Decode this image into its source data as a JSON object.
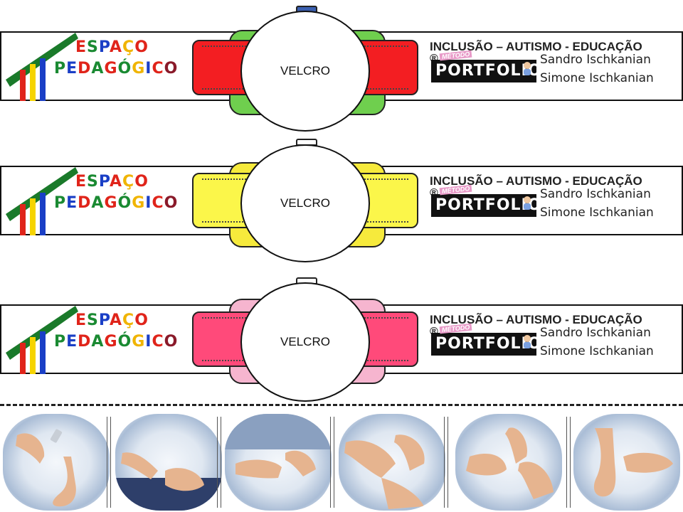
{
  "bands": [
    {
      "strap_color": "#f31e22",
      "lug_color": "#6fcf4e",
      "face_label": "VELCRO"
    },
    {
      "strap_color": "#fbf64a",
      "lug_color": "#f6ea3c",
      "face_label": "VELCRO"
    },
    {
      "strap_color": "#ff4a7a",
      "lug_color": "#f6b5cf",
      "face_label": "VELCRO"
    }
  ],
  "logo": {
    "line1": [
      {
        "t": "E",
        "c": "#e0241a"
      },
      {
        "t": "S",
        "c": "#1a8a32"
      },
      {
        "t": "P",
        "c": "#1a3fc6"
      },
      {
        "t": "A",
        "c": "#e0241a"
      },
      {
        "t": "Ç",
        "c": "#f0b400"
      },
      {
        "t": "O",
        "c": "#e0241a"
      }
    ],
    "line2": [
      {
        "t": "P",
        "c": "#1a8a32"
      },
      {
        "t": "E",
        "c": "#1a3fc6"
      },
      {
        "t": "D",
        "c": "#e0241a"
      },
      {
        "t": "A",
        "c": "#1a8a32"
      },
      {
        "t": "G",
        "c": "#e0241a"
      },
      {
        "t": "Ó",
        "c": "#1a8a32"
      },
      {
        "t": "G",
        "c": "#f0b400"
      },
      {
        "t": "I",
        "c": "#1a3fc6"
      },
      {
        "t": "C",
        "c": "#e0241a"
      },
      {
        "t": "O",
        "c": "#8a1a2a"
      }
    ],
    "roof_color": "#1a7a2a",
    "bar_colors": [
      "#e0241a",
      "#f6d400",
      "#1a3fc6"
    ]
  },
  "brand": {
    "tagline": "INCLUSÃO – AUTISMO - EDUCAÇÃO",
    "reg_symbol": "®",
    "metodo": "MÉTODO",
    "portfolio": "PORTFOLIO",
    "name1": "Sandro Ischkanian",
    "name2": "Simone Ischkanian"
  },
  "steps": [
    {
      "icon": "nail-clipper-and-feet-illustration"
    },
    {
      "icon": "holding-nail-clipper-illustration"
    },
    {
      "icon": "clipping-fingernails-illustration"
    },
    {
      "icon": "clipping-nail-closeup-illustration"
    },
    {
      "icon": "clipping-toenails-illustration"
    },
    {
      "icon": "clean-feet-illustration"
    }
  ]
}
